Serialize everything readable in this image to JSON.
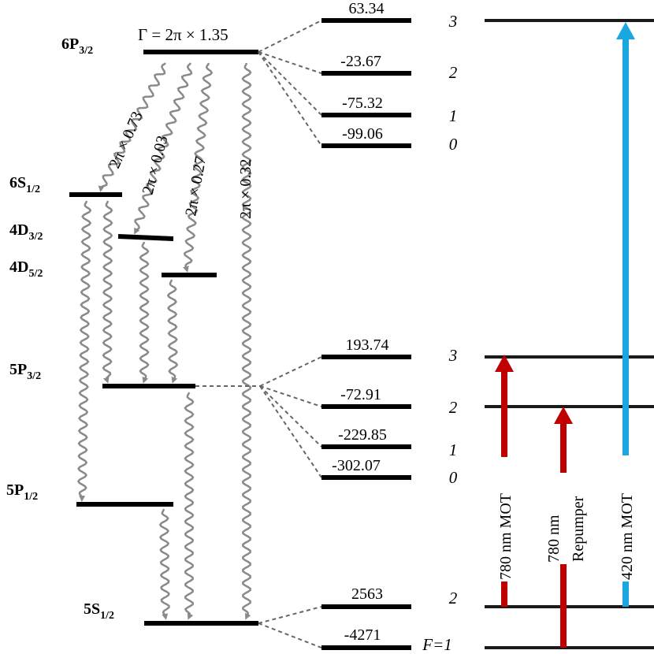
{
  "colors": {
    "mot_780": "#c00000",
    "repumper_780": "#c00000",
    "mot_420": "#1aa6df",
    "decay": "#8a8a8a",
    "level": "#000000"
  },
  "gamma_label": "Γ = 2π × 1.35",
  "levels": {
    "p32_6": {
      "main": "6P",
      "sub": "3/2"
    },
    "s12_6": {
      "main": "6S",
      "sub": "1/2"
    },
    "d32_4": {
      "main": "4D",
      "sub": "3/2"
    },
    "d52_4": {
      "main": "4D",
      "sub": "5/2"
    },
    "p32_5": {
      "main": "5P",
      "sub": "3/2"
    },
    "p12_5": {
      "main": "5P",
      "sub": "1/2"
    },
    "s12_5": {
      "main": "5S",
      "sub": "1/2"
    }
  },
  "decay_rates": [
    "2π × 0.73",
    "2π × 0.03",
    "2π × 0.27",
    "2π × 0.32"
  ],
  "hyperfine": {
    "p32_6": [
      "63.34",
      "-23.67",
      "-75.32",
      "-99.06"
    ],
    "p32_5": [
      "193.74",
      "-72.91",
      "-229.85",
      "-302.07"
    ],
    "s12_5": [
      "2563",
      "-4271"
    ]
  },
  "f_labels": {
    "upper": [
      "3",
      "2",
      "1",
      "0"
    ],
    "middle": [
      "3",
      "2",
      "1",
      "0"
    ],
    "ground_top": "2",
    "ground_bottom": "F=1"
  },
  "beams": {
    "mot_780": "780 nm MOT",
    "repumper_line1": "780 nm",
    "repumper_line2": "Repumper",
    "mot_420": "420 nm MOT"
  }
}
